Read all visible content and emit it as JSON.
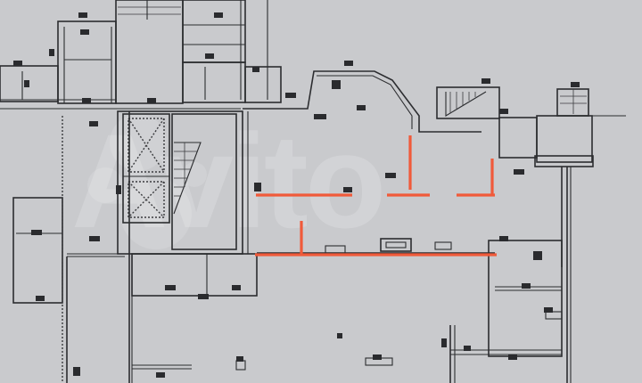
{
  "diagram": {
    "type": "floor-plan",
    "watermark": "Avito",
    "colors": {
      "background": "#c9cacd",
      "walls": "#2c2d30",
      "partition_marks": "#f05a3a",
      "watermark": "#ffffff"
    },
    "rooms": [
      {
        "id": "main-hall",
        "label": "3.86"
      },
      {
        "id": "lower-hall",
        "label": "1.8"
      },
      {
        "id": "stair-core",
        "label": ""
      },
      {
        "id": "elevator-shafts",
        "label": ""
      },
      {
        "id": "left-wing",
        "label": "2.23"
      },
      {
        "id": "right-annex",
        "label": "2.77"
      },
      {
        "id": "bottom-left-room",
        "label": "5.13"
      }
    ],
    "partition_marks": [
      {
        "id": "red-line-upper-left",
        "orientation": "horizontal"
      },
      {
        "id": "red-line-upper-middle",
        "orientation": "T-shape"
      },
      {
        "id": "red-line-upper-right",
        "orientation": "L-shape"
      },
      {
        "id": "red-line-lower",
        "orientation": "horizontal-with-tick"
      }
    ],
    "dimension_labels_note": "small dimension labels are blurred / illegible"
  }
}
